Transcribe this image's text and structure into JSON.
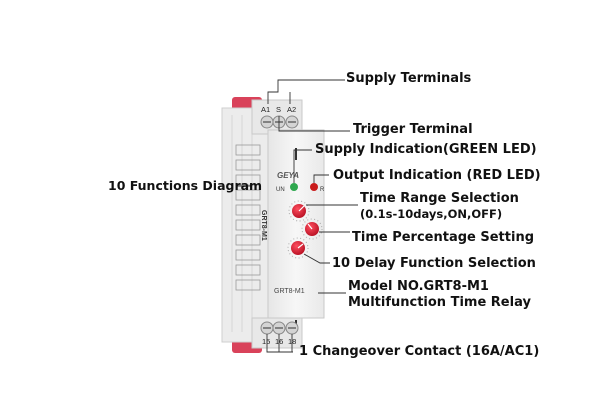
{
  "callouts": {
    "supply_terminals": "Supply Terminals",
    "trigger_terminal": "Trigger Terminal",
    "supply_indication": "Supply Indication(GREEN LED)",
    "output_indication": "Output Indication (RED LED)",
    "time_range_selection": "Time Range Selection",
    "time_range_detail": "(0.1s-10days,ON,OFF)",
    "time_percentage": "Time Percentage Setting",
    "delay_function": "10 Delay Function Selection",
    "model_no": "Model NO.GRT8-M1",
    "multifunction": "Multifunction Time Relay",
    "changeover_contact": "1 Changeover Contact (16A/AC1)",
    "functions_diagram": "10 Functions Diagram"
  },
  "device": {
    "brand": "GEYA",
    "model_label": "GRT8-M1",
    "side_text": "GRT8-M1",
    "terminals_top": [
      "A1",
      "S",
      "A2"
    ],
    "terminals_bottom": [
      "15",
      "16",
      "18"
    ],
    "led_left": "UN",
    "led_right": "R"
  },
  "colors": {
    "led_green": "#2fa84f",
    "led_red": "#c91b1b",
    "knob_red": "#d4132a",
    "din_pink": "#d9425a",
    "housing": "#f2f2f2"
  }
}
